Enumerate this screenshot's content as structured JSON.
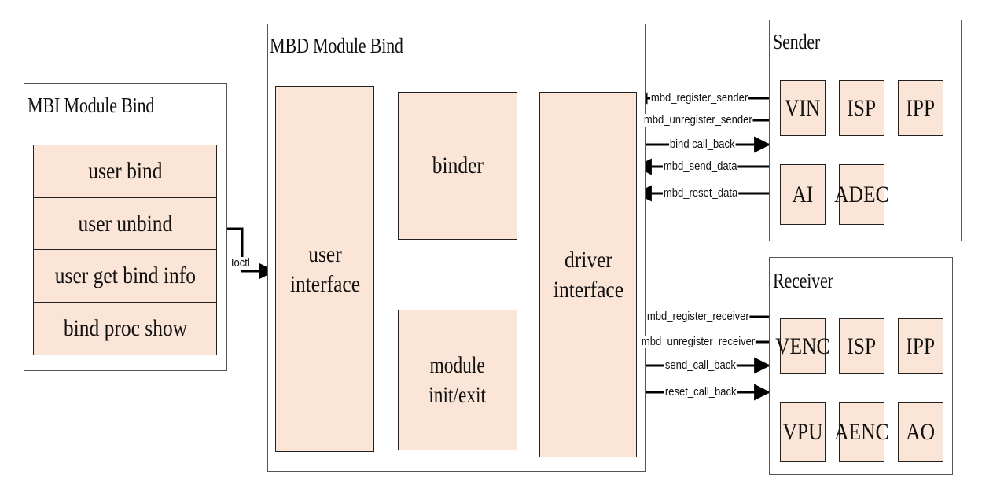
{
  "mbi": {
    "title": "MBI Module Bind",
    "items": [
      "user bind",
      "user unbind",
      "user get bind info",
      "bind proc show"
    ]
  },
  "ioctl_label": "Ioctl",
  "mbd": {
    "title": "MBD Module Bind",
    "user_interface": "user\ninterface",
    "binder": "binder",
    "module": "module\ninit/exit",
    "driver_interface": "driver\ninterface"
  },
  "sender": {
    "title": "Sender",
    "modules": [
      "VIN",
      "ISP",
      "IPP",
      "AI",
      "ADEC"
    ],
    "signals": [
      "mbd_register_sender",
      "mbd_unregister_sender",
      "bind call_back",
      "mbd_send_data",
      "mbd_reset_data"
    ]
  },
  "receiver": {
    "title": "Receiver",
    "modules": [
      "VENC",
      "ISP",
      "IPP",
      "VPU",
      "AENC",
      "AO"
    ],
    "signals": [
      "mbd_register_receiver",
      "mbd_unregister_receiver",
      "send_call_back",
      "reset_call_back"
    ]
  },
  "colors": {
    "box_fill": "#fbe5d6",
    "border": "#222222",
    "frame": "#555555"
  }
}
